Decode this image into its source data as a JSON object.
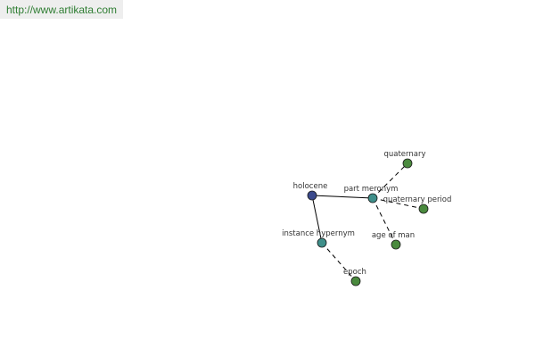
{
  "site_url": "http://www.artikata.com",
  "colors": {
    "url_text": "#2e7d32",
    "root_node": "#3b4a8c",
    "relation_node": "#3f8f8a",
    "leaf_node": "#4a8a3e",
    "edge": "#000000"
  },
  "graph": {
    "nodes": [
      {
        "id": "holocene",
        "label": "holocene",
        "kind": "root"
      },
      {
        "id": "part-meronym",
        "label": "part meronym",
        "kind": "relation"
      },
      {
        "id": "instance-hypernym",
        "label": "instance hypernym",
        "kind": "relation"
      },
      {
        "id": "quaternary",
        "label": "quaternary",
        "kind": "leaf"
      },
      {
        "id": "quaternary-period",
        "label": "quaternary period",
        "kind": "leaf"
      },
      {
        "id": "age-of-man",
        "label": "age of man",
        "kind": "leaf"
      },
      {
        "id": "epoch",
        "label": "epoch",
        "kind": "leaf"
      }
    ],
    "edges": [
      {
        "from": "holocene",
        "to": "part-meronym",
        "style": "solid"
      },
      {
        "from": "holocene",
        "to": "instance-hypernym",
        "style": "solid"
      },
      {
        "from": "part-meronym",
        "to": "quaternary",
        "style": "dashed"
      },
      {
        "from": "part-meronym",
        "to": "quaternary-period",
        "style": "dashed"
      },
      {
        "from": "part-meronym",
        "to": "age-of-man",
        "style": "dashed"
      },
      {
        "from": "instance-hypernym",
        "to": "epoch",
        "style": "dashed"
      }
    ]
  }
}
